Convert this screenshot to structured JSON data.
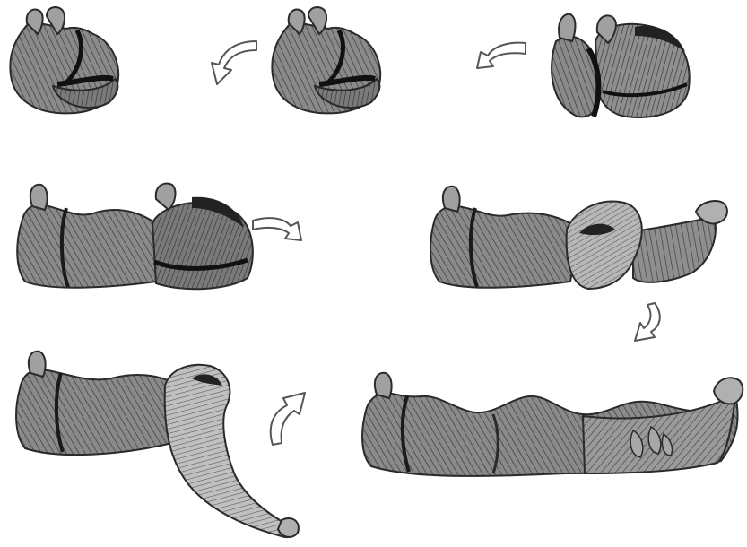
{
  "figure": {
    "background_color": "#ffffff",
    "tissue_colors": {
      "dark": "#5c5c5c",
      "mid": "#8a8a8a",
      "light": "#c4c4c4",
      "outline": "#2a2a2a",
      "fiber": "#3a3a3a"
    },
    "arrow_color": "#ffffff",
    "arrow_outline": "#555555",
    "panels": [
      {
        "id": "p1",
        "shape": "heart-folded-compact",
        "rotation_note": "none"
      },
      {
        "id": "p2",
        "shape": "heart-folded-compact",
        "rotation_note": "none"
      },
      {
        "id": "p3",
        "shape": "heart-folded-loose",
        "rotation_note": "none"
      },
      {
        "id": "p4",
        "shape": "band-with-folded-end",
        "rotation_note": "none"
      },
      {
        "id": "p5",
        "shape": "band-with-open-end",
        "rotation_note": "none"
      },
      {
        "id": "p6",
        "shape": "band-with-hanging-loop",
        "rotation_note": "none"
      },
      {
        "id": "p7",
        "shape": "band-fully-unfolded",
        "rotation_note": "none"
      }
    ],
    "arrows": [
      {
        "id": "a1",
        "direction": "left"
      },
      {
        "id": "a2",
        "direction": "left"
      },
      {
        "id": "a3",
        "direction": "right"
      },
      {
        "id": "a4",
        "direction": "down"
      },
      {
        "id": "a5",
        "direction": "up-right"
      }
    ]
  }
}
